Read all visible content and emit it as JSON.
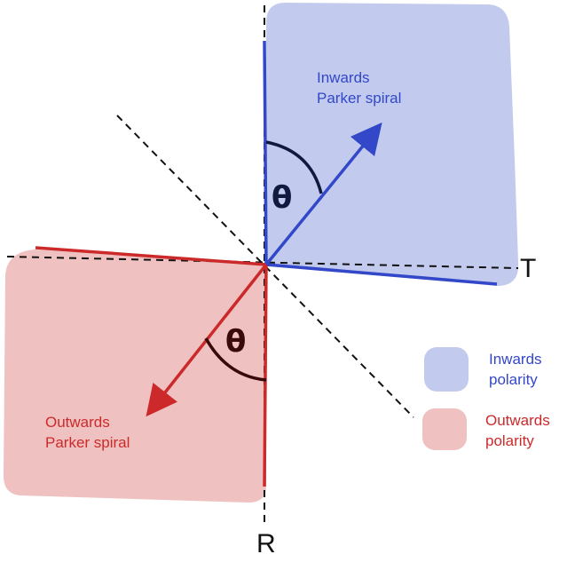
{
  "colors": {
    "inward_fill": "#c2cbee",
    "inward_stroke": "#3347c9",
    "outward_fill": "#f0c1c1",
    "outward_stroke": "#cc2a2a",
    "theta_inward": "#101a40",
    "theta_outward": "#3a0a0a",
    "axis": "#111111"
  },
  "axes": {
    "t_label": "T",
    "r_label": "R"
  },
  "inward": {
    "spiral_line1": "Inwards",
    "spiral_line2": "Parker spiral",
    "angle_symbol": "θ"
  },
  "outward": {
    "spiral_line1": "Outwards",
    "spiral_line2": "Parker spiral",
    "angle_symbol": "θ"
  },
  "legend": {
    "inward_line1": "Inwards",
    "inward_line2": "polarity",
    "outward_line1": "Outwards",
    "outward_line2": "polarity"
  }
}
